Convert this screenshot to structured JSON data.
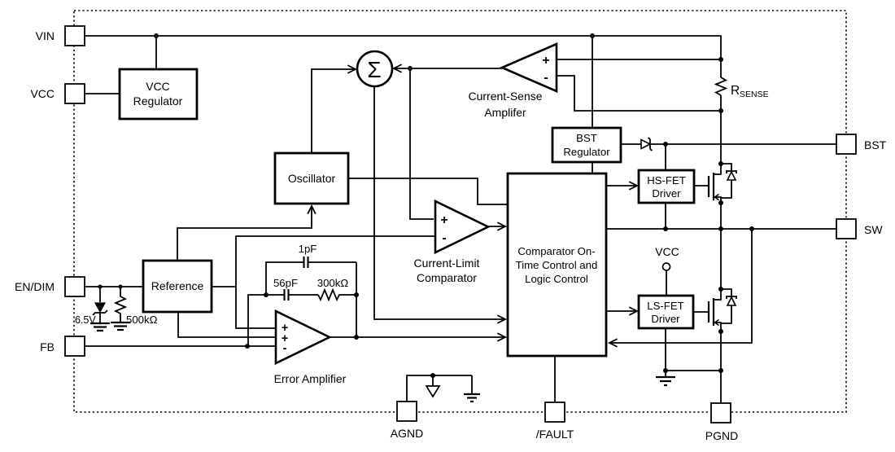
{
  "figure": {
    "pins": {
      "vin": "VIN",
      "vcc": "VCC",
      "en_dim": "EN/DIM",
      "fb": "FB",
      "agnd": "AGND",
      "fault": "/FAULT",
      "pgnd": "PGND",
      "bst": "BST",
      "sw": "SW"
    },
    "blocks": {
      "vcc_regulator": [
        "VCC",
        "Regulator"
      ],
      "reference": "Reference",
      "oscillator": "Oscillator",
      "bst_regulator": [
        "BST",
        "Regulator"
      ],
      "hs_fet_driver": [
        "HS-FET",
        "Driver"
      ],
      "ls_fet_driver": [
        "LS-FET",
        "Driver"
      ],
      "control": [
        "Comparator On-",
        "Time Control and",
        "Logic Control"
      ]
    },
    "amplifiers": {
      "current_sense": [
        "Current-Sense",
        "Amplifer"
      ],
      "current_limit": [
        "Current-Limit",
        "Comparator"
      ],
      "error": "Error Amplifier"
    },
    "components": {
      "rsense_base": "R",
      "rsense_sub": "SENSE",
      "zener_voltage": "6.5V",
      "en_resistor": "500kΩ",
      "cap_feedback": "1pF",
      "cap_comp": "56pF",
      "res_comp": "300kΩ",
      "vcc_node": "VCC"
    },
    "symbols": {
      "sum": "Σ",
      "plus": "+",
      "minus": "-"
    },
    "colors": {
      "ink": "#000000",
      "background": "#ffffff"
    }
  }
}
